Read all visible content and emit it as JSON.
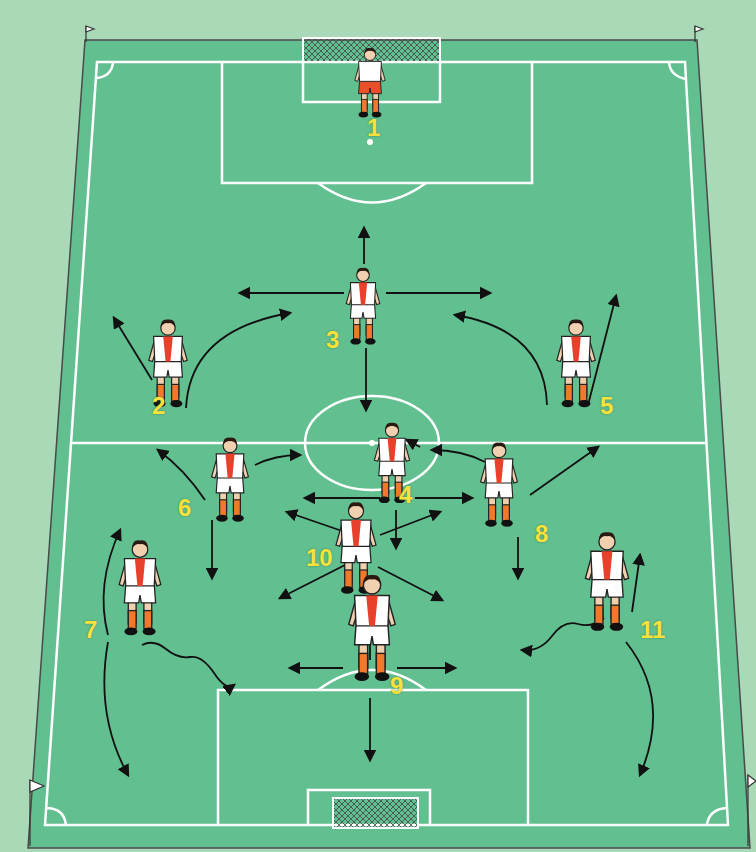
{
  "diagram": {
    "labels": [
      "1",
      "3",
      "2",
      "5",
      "6",
      "4",
      "8",
      "10",
      "7",
      "11",
      "9"
    ]
  }
}
